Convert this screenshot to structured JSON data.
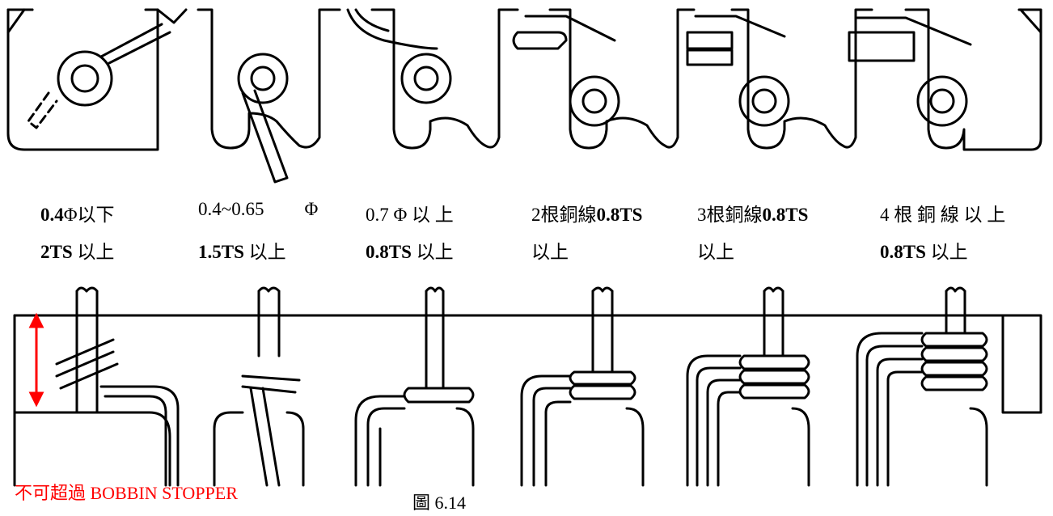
{
  "figure": {
    "caption": "圖 6.14",
    "warning": "不可超過 BOBBIN STOPPER",
    "warning_color": "#ff0000",
    "arrow_color": "#ff0000",
    "line_color": "#000000"
  },
  "labels": [
    {
      "line1": [
        "0.4",
        "Φ以下"
      ],
      "line1_bold": [
        true,
        false
      ],
      "line2": [
        "2TS",
        " 以上"
      ],
      "line2_bold": [
        true,
        false
      ]
    },
    {
      "line1": [
        "0.4~0.65",
        "Φ"
      ],
      "line1_bold": [
        false,
        false
      ],
      "line2": [
        "1.5TS",
        " 以上"
      ],
      "line2_bold": [
        true,
        false
      ]
    },
    {
      "line1": [
        "0.7 Φ 以 上"
      ],
      "line1_bold": [
        false
      ],
      "line2": [
        "0.8TS",
        " 以上"
      ],
      "line2_bold": [
        true,
        false
      ]
    },
    {
      "line1": [
        "2根銅線",
        "0.8TS"
      ],
      "line1_bold": [
        false,
        true
      ],
      "line2": [
        "以上"
      ],
      "line2_bold": [
        false
      ]
    },
    {
      "line1": [
        "3根銅線",
        "0.8TS"
      ],
      "line1_bold": [
        false,
        true
      ],
      "line2": [
        "以上"
      ],
      "line2_bold": [
        false
      ]
    },
    {
      "line1": [
        "4 根 銅 線 以 上"
      ],
      "line1_bold": [
        false
      ],
      "line2": [
        "0.8TS",
        " 以上"
      ],
      "line2_bold": [
        true,
        false
      ]
    }
  ]
}
